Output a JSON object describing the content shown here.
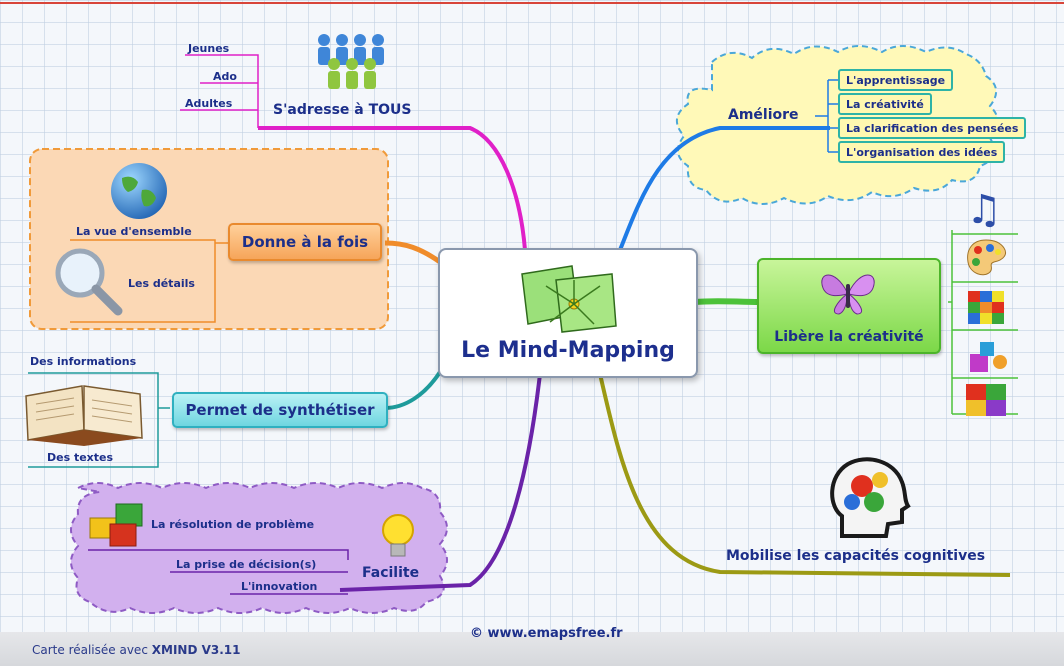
{
  "center": {
    "title": "Le Mind-Mapping"
  },
  "branches": {
    "adresse": {
      "title": "S'adresse à TOUS",
      "items": [
        "Jeunes",
        "Ado",
        "Adultes"
      ]
    },
    "donne": {
      "title": "Donne à la fois",
      "items": [
        "La vue d'ensemble",
        "Les détails"
      ]
    },
    "permet": {
      "title": "Permet de synthétiser",
      "items": [
        "Des informations",
        "Des textes"
      ]
    },
    "facilite": {
      "title": "Facilite",
      "items": [
        "La résolution de problème",
        "La prise de décision(s)",
        "L'innovation"
      ]
    },
    "ameliore": {
      "title": "Améliore",
      "items": [
        "L'apprentissage",
        "La créativité",
        "La clarification des pensées",
        "L'organisation des idées"
      ]
    },
    "libere": {
      "title": "Libère la créativité"
    },
    "mobilise": {
      "title": "Mobilise les capacités cognitives"
    }
  },
  "footer": {
    "credit_prefix": "Carte réalisée avec",
    "credit_tool": "XMIND V3.11",
    "copyright": "© www.emapsfree.fr"
  },
  "colors": {
    "magenta": "#e020c8",
    "orange": "#f08c2a",
    "teal": "#1e9b9b",
    "purple": "#6a23a8",
    "blue": "#1e7be6",
    "green": "#4cc23a",
    "olive": "#9c9a14"
  },
  "icons": [
    "people-icon",
    "globe-icon",
    "magnifier-icon",
    "book-icon",
    "blocks-icon",
    "lightbulb-icon",
    "leaves-icon",
    "butterfly-icon",
    "music-note-icon",
    "palette-icon",
    "rubik-cube-icon",
    "shapes-icon",
    "puzzle-icon",
    "brain-gears-icon"
  ]
}
